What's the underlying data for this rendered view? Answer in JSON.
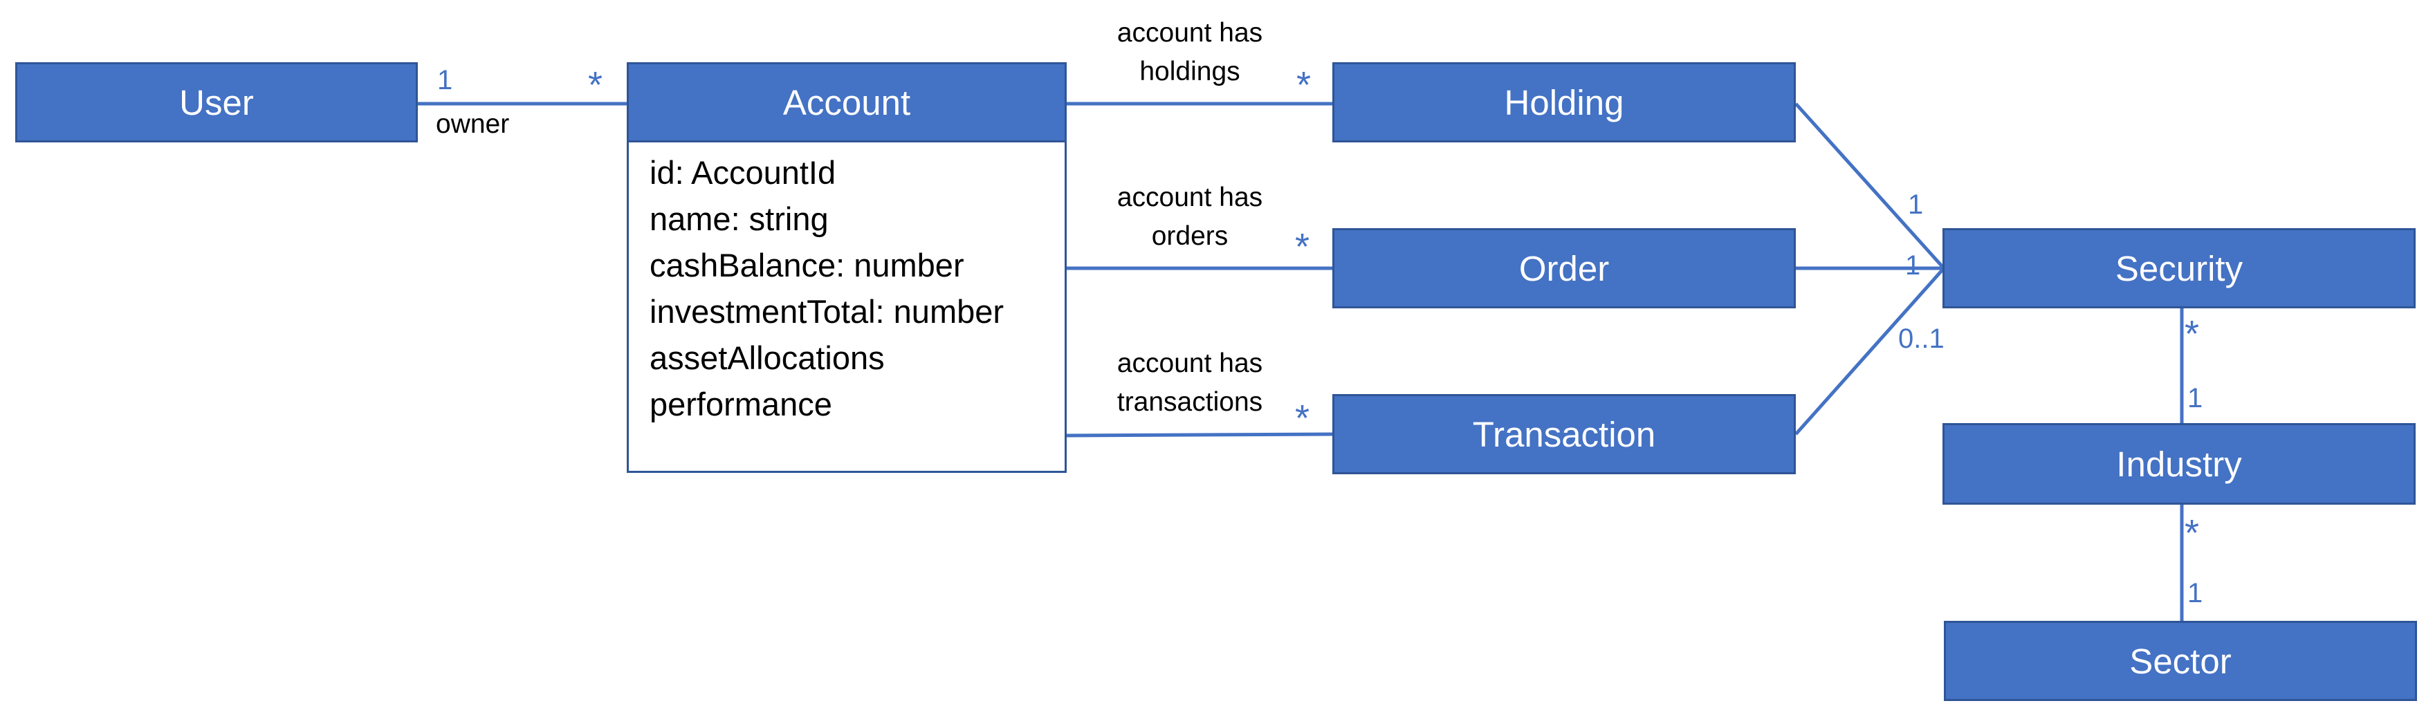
{
  "classes": {
    "user": {
      "name": "User"
    },
    "account": {
      "name": "Account",
      "attributes": [
        "id: AccountId",
        "name: string",
        "cashBalance: number",
        "investmentTotal: number",
        "assetAllocations",
        "performance"
      ]
    },
    "holding": {
      "name": "Holding"
    },
    "order": {
      "name": "Order"
    },
    "transaction": {
      "name": "Transaction"
    },
    "security": {
      "name": "Security"
    },
    "industry": {
      "name": "Industry"
    },
    "sector": {
      "name": "Sector"
    }
  },
  "associations": {
    "user_account": {
      "role": "owner",
      "mult_user": "1",
      "mult_account": "*"
    },
    "account_holding": {
      "label_line1": "account has",
      "label_line2": "holdings",
      "mult_holding": "*"
    },
    "account_order": {
      "label_line1": "account has",
      "label_line2": "orders",
      "mult_order": "*"
    },
    "account_transaction": {
      "label_line1": "account has",
      "label_line2": "transactions",
      "mult_transaction": "*"
    },
    "holding_security": {
      "mult_security": "1"
    },
    "order_security": {
      "mult_security": "1"
    },
    "transaction_security": {
      "mult_security": "0..1"
    },
    "security_industry": {
      "mult_security": "*",
      "mult_industry": "1"
    },
    "industry_sector": {
      "mult_industry": "*",
      "mult_sector": "1"
    }
  },
  "colors": {
    "box_fill": "#4472c4",
    "box_border": "#2f5597",
    "connector": "#4472c4"
  }
}
